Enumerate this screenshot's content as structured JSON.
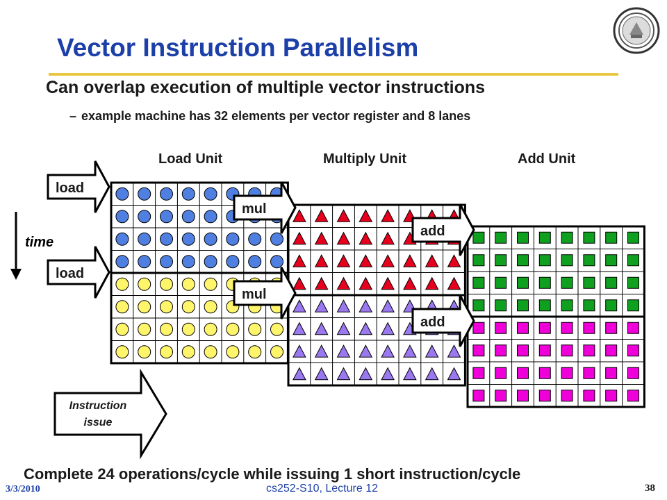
{
  "slide": {
    "title": "Vector Instruction Parallelism",
    "bullet": "Can overlap execution of multiple vector instructions",
    "subbullet_marker": "–",
    "subbullet": "example machine has 32 elements per vector register and 8 lanes",
    "conclusion": "Complete 24 operations/cycle while issuing 1 short instruction/cycle"
  },
  "units": {
    "load": "Load Unit",
    "multiply": "Multiply Unit",
    "add": "Add Unit"
  },
  "time_label": "time",
  "instructions": [
    {
      "label": "load"
    },
    {
      "label": "mul"
    },
    {
      "label": "add"
    },
    {
      "label": "load"
    },
    {
      "label": "mul"
    },
    {
      "label": "add"
    }
  ],
  "issue_label_line1": "Instruction",
  "issue_label_line2": "issue",
  "grid": {
    "lanes": 8,
    "rows_per_instruction": 4,
    "instructions_per_unit": 2
  },
  "colors": {
    "title": "#1c3fa8",
    "title_rule": "#e8c640",
    "load_first": "#4f7fe0",
    "load_second": "#fff56a",
    "mul_first": "#e6001e",
    "mul_second": "#9a78f0",
    "add_first": "#10a020",
    "add_second": "#f000d8"
  },
  "footer": {
    "date": "3/3/2010",
    "course": "cs252-S10, Lecture 12",
    "page": "38"
  }
}
